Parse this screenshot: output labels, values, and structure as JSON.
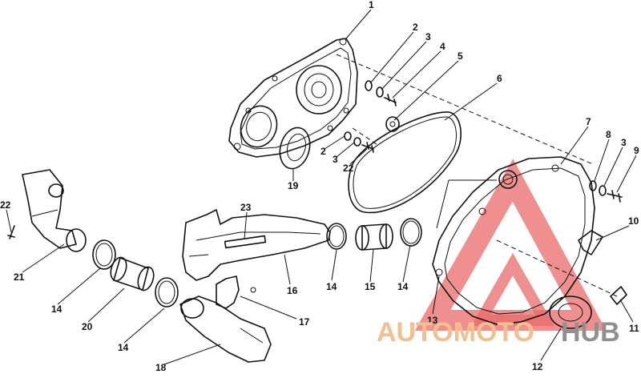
{
  "watermark": {
    "part1": "AUTOMOTO",
    "part2": "HUB",
    "color_primary": "#f0c090",
    "color_secondary": "#909090",
    "logo_color": "#e04040"
  },
  "callouts": [
    {
      "id": "c1",
      "text": "1"
    },
    {
      "id": "c2a",
      "text": "2"
    },
    {
      "id": "c3a",
      "text": "3"
    },
    {
      "id": "c4",
      "text": "4"
    },
    {
      "id": "c5",
      "text": "5"
    },
    {
      "id": "c6",
      "text": "6"
    },
    {
      "id": "c7",
      "text": "7"
    },
    {
      "id": "c8",
      "text": "8"
    },
    {
      "id": "c3b",
      "text": "3"
    },
    {
      "id": "c9",
      "text": "9"
    },
    {
      "id": "c10",
      "text": "10"
    },
    {
      "id": "c11",
      "text": "11"
    },
    {
      "id": "c12",
      "text": "12"
    },
    {
      "id": "c13",
      "text": "13"
    },
    {
      "id": "c14a",
      "text": "14"
    },
    {
      "id": "c15",
      "text": "15"
    },
    {
      "id": "c14b",
      "text": "14"
    },
    {
      "id": "c16",
      "text": "16"
    },
    {
      "id": "c17",
      "text": "17"
    },
    {
      "id": "c18",
      "text": "18"
    },
    {
      "id": "c14c",
      "text": "14"
    },
    {
      "id": "c20",
      "text": "20"
    },
    {
      "id": "c14d",
      "text": "14"
    },
    {
      "id": "c21",
      "text": "21"
    },
    {
      "id": "c22a",
      "text": "22"
    },
    {
      "id": "c23",
      "text": "23"
    },
    {
      "id": "c19",
      "text": "19"
    },
    {
      "id": "c2b",
      "text": "2"
    },
    {
      "id": "c3c",
      "text": "3"
    },
    {
      "id": "c22b",
      "text": "22"
    }
  ]
}
